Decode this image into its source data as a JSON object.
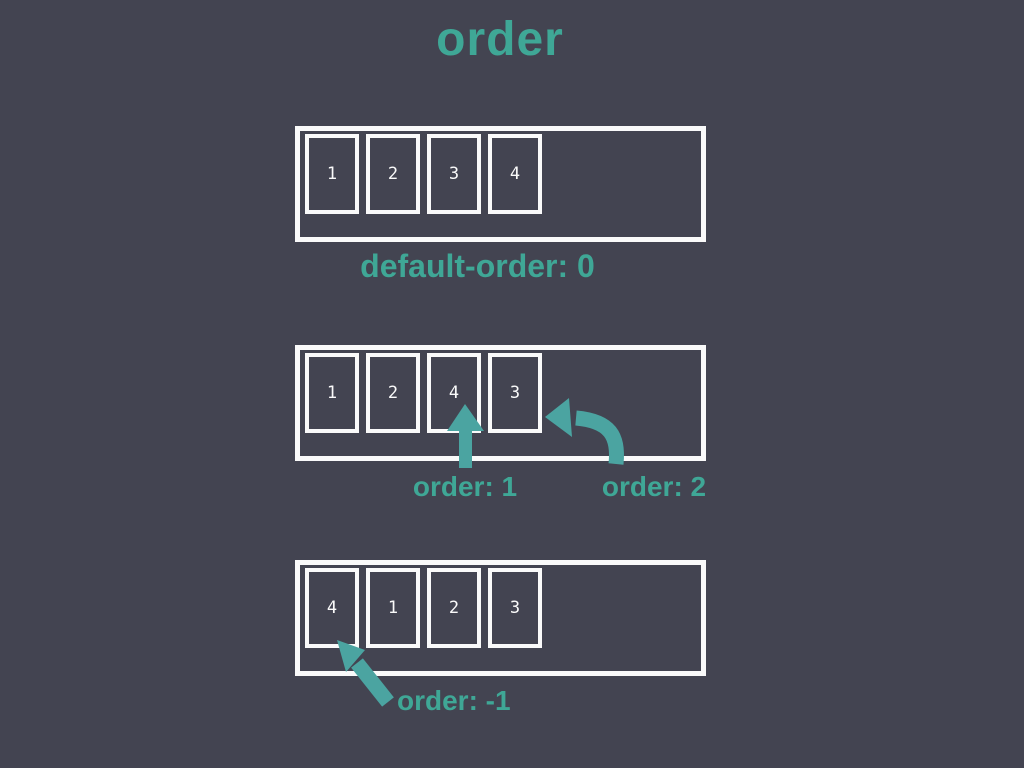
{
  "title": "order",
  "colors": {
    "background": "#434451",
    "container_border": "#fafafa",
    "item_border": "#fafafa",
    "number_text": "#fafafa",
    "label_teal": "#3fa796",
    "arrow_teal": "#4ba4a1"
  },
  "rows": [
    {
      "items": [
        "1",
        "2",
        "3",
        "4"
      ],
      "captions": {
        "main": "default-order: 0"
      }
    },
    {
      "items": [
        "1",
        "2",
        "4",
        "3"
      ],
      "captions": {
        "order1": "order: 1",
        "order2": "order: 2"
      }
    },
    {
      "items": [
        "4",
        "1",
        "2",
        "3"
      ],
      "captions": {
        "main": "order: -1"
      }
    }
  ],
  "icons": {
    "up_arrow": "straight up arrow pointing to item 4",
    "curved_arrow": "curved arrow pointing to item 3",
    "diagonal_arrow": "diagonal up-left arrow pointing to item 4"
  }
}
